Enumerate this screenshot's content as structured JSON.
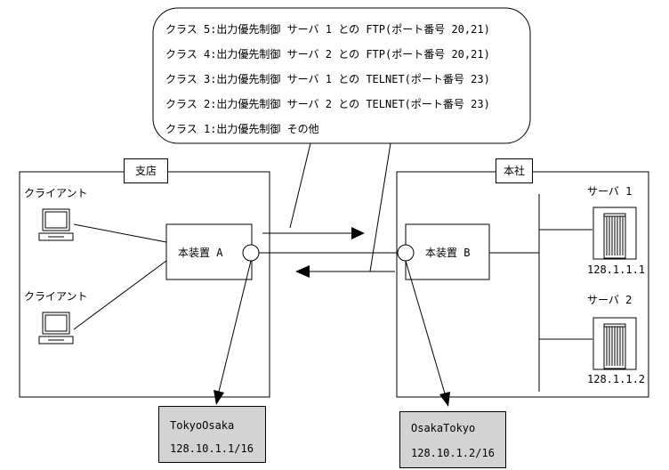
{
  "callout": {
    "lines": [
      "クラス 5:出力優先制御  サーバ 1 との FTP(ポート番号 20,21)",
      "クラス 4:出力優先制御  サーバ 2 との FTP(ポート番号 20,21)",
      "クラス 3:出力優先制御  サーバ 1 との TELNET(ポート番号 23)",
      "クラス 2:出力優先制御  サーバ 2 との TELNET(ポート番号 23)",
      "クラス 1:出力優先制御  その他"
    ]
  },
  "branch": {
    "tag": "支店",
    "client1": "クライアント",
    "client2": "クライアント",
    "device": "本装置 A"
  },
  "hq": {
    "tag": "本社",
    "device": "本装置 B",
    "server1": {
      "label": "サーバ 1",
      "ip": "128.1.1.1"
    },
    "server2": {
      "label": "サーバ 2",
      "ip": "128.1.1.2"
    }
  },
  "note_a": {
    "title": "TokyoOsaka",
    "address": "128.10.1.1/16"
  },
  "note_b": {
    "title": "OsakaTokyo",
    "address": "128.10.1.2/16"
  }
}
